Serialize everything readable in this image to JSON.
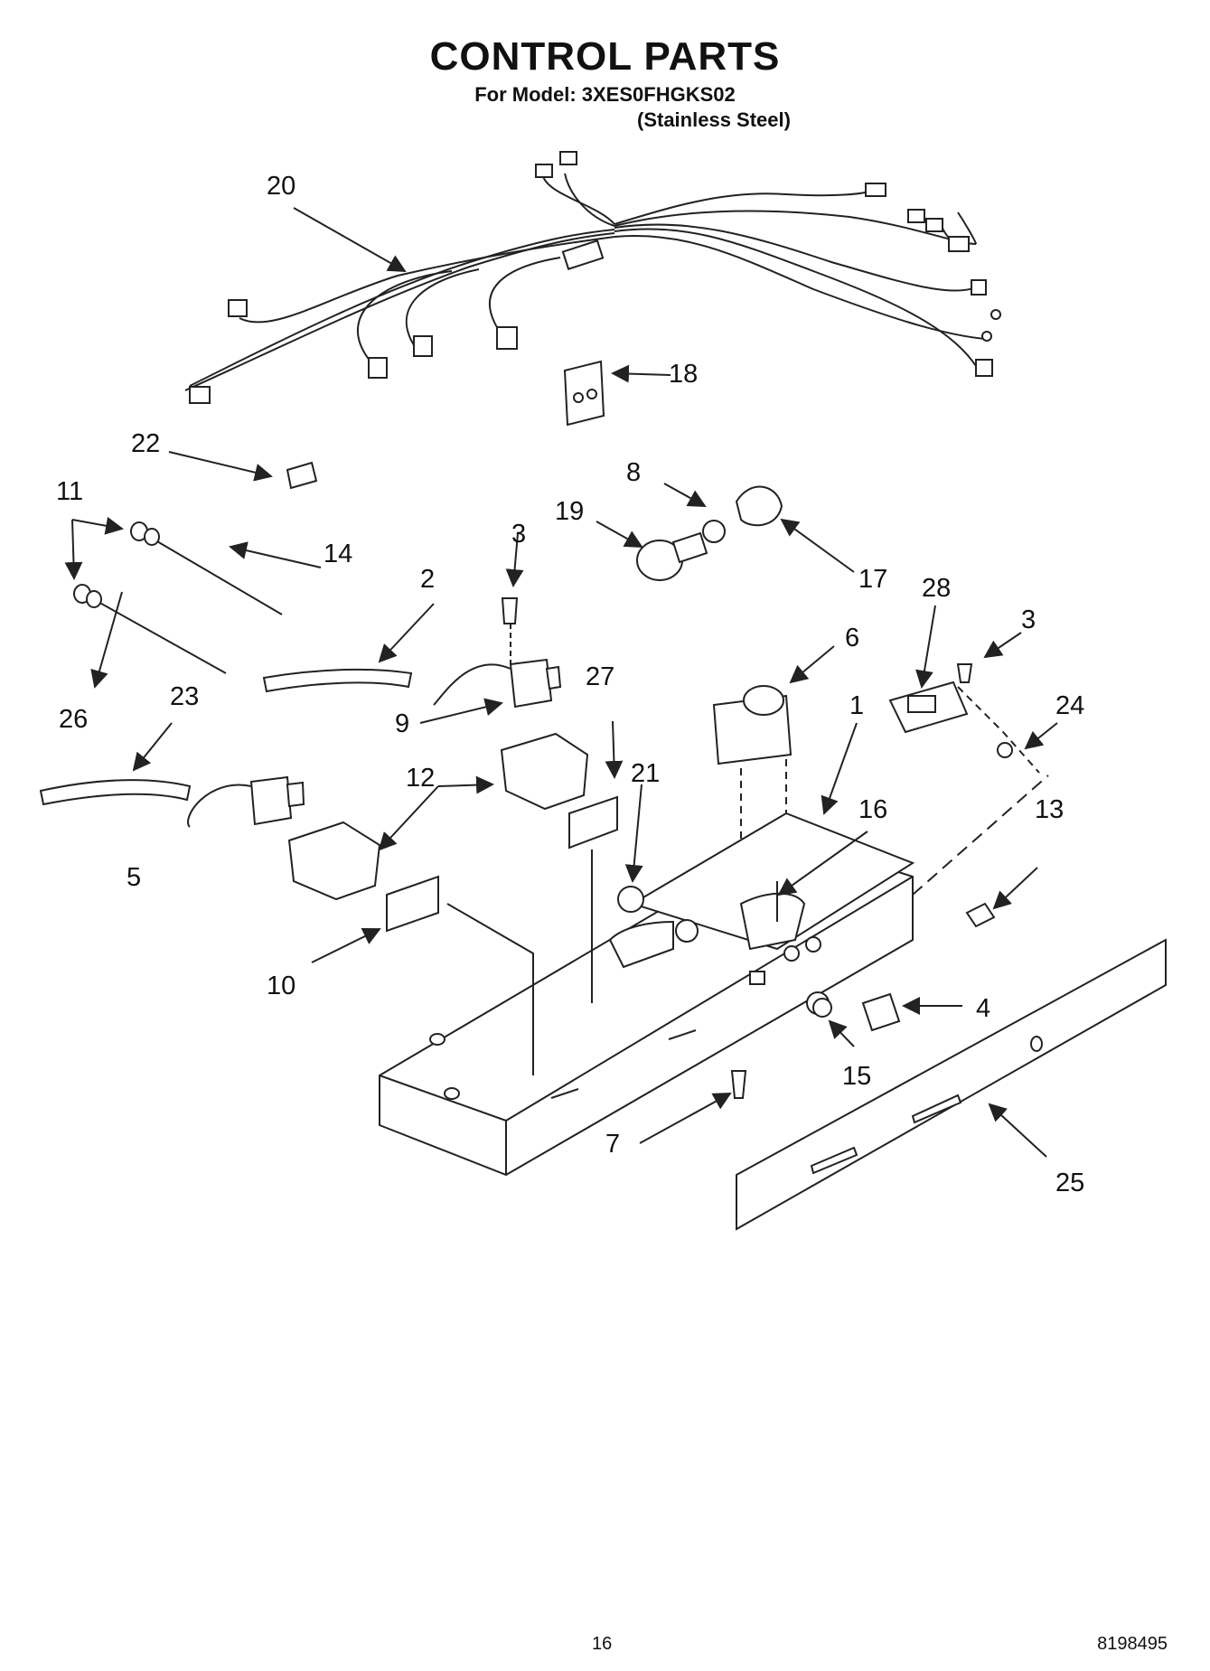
{
  "header": {
    "title": "CONTROL PARTS",
    "model_line": "For Model: 3XES0FHGKS02",
    "finish_line": "(Stainless Steel)"
  },
  "callouts": [
    "1",
    "2",
    "3",
    "3",
    "4",
    "5",
    "6",
    "7",
    "8",
    "9",
    "10",
    "11",
    "12",
    "13",
    "14",
    "15",
    "16",
    "17",
    "18",
    "19",
    "20",
    "21",
    "22",
    "23",
    "24",
    "25",
    "26",
    "27",
    "28"
  ],
  "footer": {
    "page_number": "16",
    "doc_number": "8198495"
  }
}
